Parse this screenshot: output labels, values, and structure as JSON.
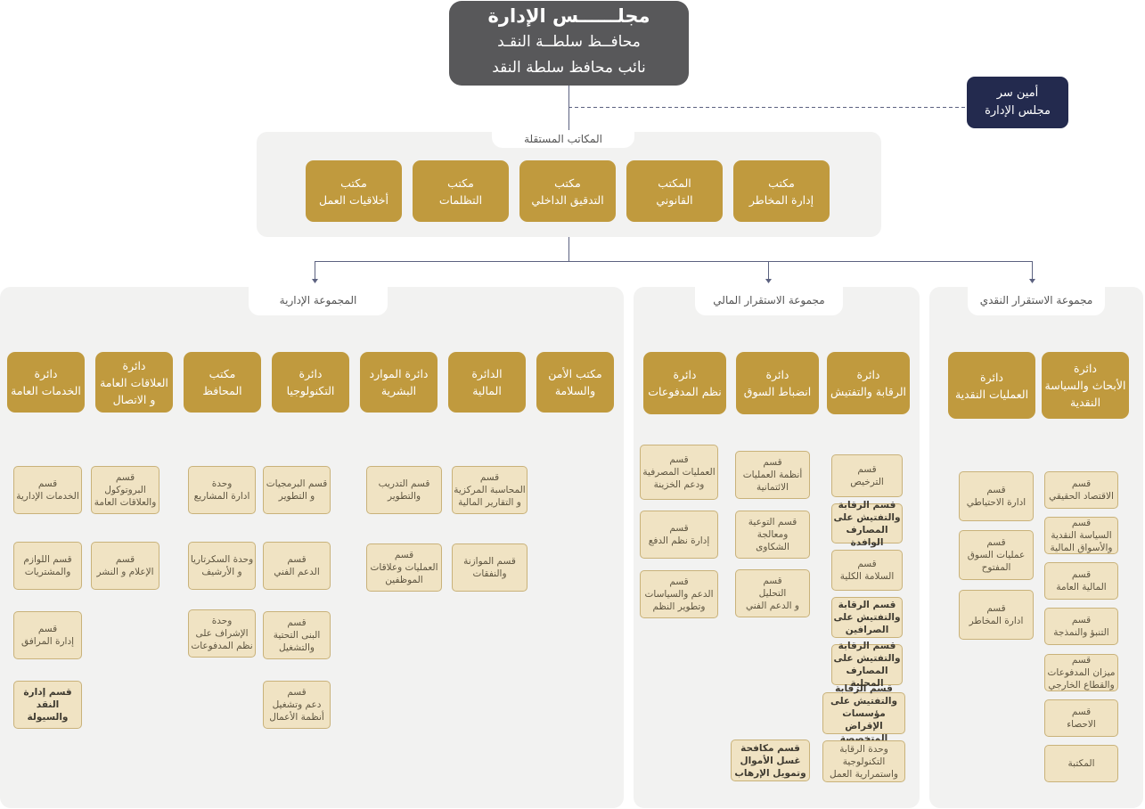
{
  "board": {
    "line1": "مجلــــــس الإدارة",
    "line2": "محافــظ سلطــة النقـد",
    "line3": "نائب محافظ سلطة النقد"
  },
  "secretary": {
    "line1": "أمين سر",
    "line2": "مجلس الإدارة"
  },
  "independent_offices": {
    "title": "المكاتب المستقلة",
    "offices": [
      {
        "line1": "مكتب",
        "line2": "إدارة المخاطر"
      },
      {
        "line1": "المكتب",
        "line2": "القانوني"
      },
      {
        "line1": "مكتب",
        "line2": "التدقيق الداخلي"
      },
      {
        "line1": "مكتب",
        "line2": "التظلمات"
      },
      {
        "line1": "مكتب",
        "line2": "أخلاقيات العمل"
      }
    ]
  },
  "monetary_group": {
    "title": "مجموعة الاستقرار النقدي",
    "departments": [
      {
        "lines": [
          "دائرة",
          "الأبحاث والسياسة",
          "النقدية"
        ],
        "sections": [
          {
            "lines": [
              "قسم",
              "الاقتصاد الحقيقي"
            ]
          },
          {
            "lines": [
              "قسم",
              "السياسة النقدية",
              "والأسواق المالية"
            ]
          },
          {
            "lines": [
              "قسم",
              "المالية العامة"
            ]
          },
          {
            "lines": [
              "قسم",
              "التنبؤ والنمذجة"
            ]
          },
          {
            "lines": [
              "قسم",
              "ميزان المدفوعات",
              "والقطاع الخارجي"
            ]
          },
          {
            "lines": [
              "قسم",
              "الاحصاء"
            ]
          },
          {
            "lines": [
              "المكتبة"
            ]
          }
        ]
      },
      {
        "lines": [
          "دائرة",
          "العمليات النقدية"
        ],
        "sections": [
          {
            "lines": [
              "قسم",
              "ادارة الاحتياطي"
            ]
          },
          {
            "lines": [
              "قسم",
              "عمليات السوق",
              "المفتوح"
            ]
          },
          {
            "lines": [
              "قسم",
              "ادارة المخاطر"
            ]
          }
        ]
      }
    ]
  },
  "financial_group": {
    "title": "مجموعة الاستقرار المالي",
    "departments": [
      {
        "lines": [
          "دائرة",
          "الرقابة والتفتيش"
        ],
        "sections": [
          {
            "lines": [
              "قسم",
              "الترخيص"
            ]
          },
          {
            "lines": [
              "قسم الرقابة",
              "والتفتيش على",
              "المصارف الوافدة"
            ]
          },
          {
            "lines": [
              "قسم",
              "السلامة الكلية"
            ]
          },
          {
            "lines": [
              "قسم الرقابة",
              "والتفتيش على",
              "الصرافين"
            ]
          },
          {
            "lines": [
              "قسم الرقابة",
              "والتفتيش على",
              "المصارف المحلية"
            ]
          },
          {
            "lines": [
              "قسم الرقابة",
              "والتفتيش على",
              "مؤسسات الإقراض",
              "المتخصصة"
            ]
          },
          {
            "lines": [
              "وحدة الرقابة",
              "التكنولوجية",
              "واستمرارية العمل"
            ]
          }
        ]
      },
      {
        "lines": [
          "دائرة",
          "انضباط السوق"
        ],
        "sections": [
          {
            "lines": [
              "قسم",
              "أنظمة العمليات",
              "الائتمانية"
            ]
          },
          {
            "lines": [
              "قسم التوعية",
              "ومعالجة",
              "الشكاوى"
            ]
          },
          {
            "lines": [
              "قسم",
              "التحليل",
              "و الدعم الفني"
            ]
          },
          {
            "lines": [
              "قسم مكافحة",
              "غسل الأموال",
              "وتمويل الإرهاب"
            ]
          }
        ]
      },
      {
        "lines": [
          "دائرة",
          "نظم المدفوعات"
        ],
        "sections": [
          {
            "lines": [
              "قسم",
              "العمليات المصرفية",
              "ودعم الخزينة"
            ]
          },
          {
            "lines": [
              "قسم",
              "إدارة نظم الدفع"
            ]
          },
          {
            "lines": [
              "قسم",
              "الدعم والسياسات",
              "وتطوير النظم"
            ]
          }
        ]
      }
    ]
  },
  "admin_group": {
    "title": "المجموعة الإدارية",
    "departments": [
      {
        "lines": [
          "مكتب الأمن",
          "والسلامة"
        ],
        "sections": []
      },
      {
        "lines": [
          "الدائرة",
          "المالية"
        ],
        "sections": [
          {
            "lines": [
              "قسم",
              "المحاسبة المركزية",
              "و التقارير المالية"
            ]
          },
          {
            "lines": [
              "قسم الموازنة",
              "والنفقات"
            ]
          }
        ]
      },
      {
        "lines": [
          "دائرة الموارد",
          "البشرية"
        ],
        "sections": [
          {
            "lines": [
              "قسم التدريب",
              "والتطوير"
            ]
          },
          {
            "lines": [
              "قسم",
              "العمليات وعلاقات",
              "الموظفين"
            ]
          }
        ]
      },
      {
        "lines": [
          "دائرة",
          "التكنولوجيا"
        ],
        "sections": [
          {
            "lines": [
              "قسم البرمجيات",
              "و التطوير"
            ]
          },
          {
            "lines": [
              "قسم",
              "الدعم الفني"
            ]
          },
          {
            "lines": [
              "قسم",
              "البنى التحتية",
              "والتشغيل"
            ]
          },
          {
            "lines": [
              "قسم",
              "دعم وتشغيل",
              "أنظمة الأعمال"
            ]
          }
        ]
      },
      {
        "lines": [
          "مكتب",
          "المحافظ"
        ],
        "sections": [
          {
            "lines": [
              "وحدة",
              "ادارة المشاريع"
            ]
          },
          {
            "lines": [
              "وحدة السكرتاريا",
              "و الأرشيف"
            ]
          },
          {
            "lines": [
              "وحدة",
              "الإشراف على",
              "نظم المدفوعات"
            ]
          }
        ]
      },
      {
        "lines": [
          "دائرة",
          "العلاقات العامة",
          "و الاتصال"
        ],
        "sections": [
          {
            "lines": [
              "قسم",
              "البروتوكول",
              "والعلاقات العامة"
            ]
          },
          {
            "lines": [
              "قسم",
              "الإعلام و النشر"
            ]
          }
        ]
      },
      {
        "lines": [
          "دائرة",
          "الخدمات العامة"
        ],
        "sections": [
          {
            "lines": [
              "قسم",
              "الخدمات الإدارية"
            ]
          },
          {
            "lines": [
              "قسم اللوازم",
              "والمشتريات"
            ]
          },
          {
            "lines": [
              "قسم",
              "إدارة المرافق"
            ]
          },
          {
            "lines": [
              "قسم إدارة",
              "النقد",
              "والسيولة"
            ]
          }
        ]
      }
    ]
  }
}
